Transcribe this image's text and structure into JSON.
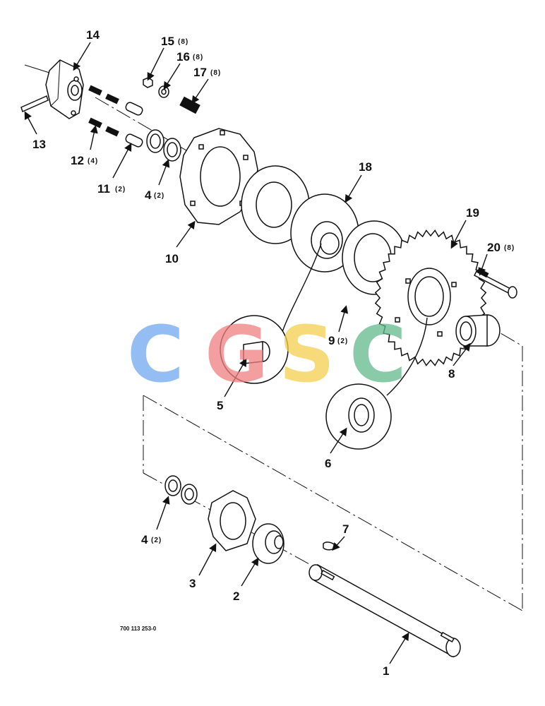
{
  "callouts": [
    {
      "num": "14",
      "qty": ""
    },
    {
      "num": "15",
      "qty": "(8)"
    },
    {
      "num": "16",
      "qty": "(8)"
    },
    {
      "num": "17",
      "qty": "(8)"
    },
    {
      "num": "13",
      "qty": ""
    },
    {
      "num": "12",
      "qty": "(4)"
    },
    {
      "num": "11",
      "qty": "(2)"
    },
    {
      "num": "4",
      "qty": "(2)"
    },
    {
      "num": "10",
      "qty": ""
    },
    {
      "num": "18",
      "qty": ""
    },
    {
      "num": "19",
      "qty": ""
    },
    {
      "num": "20",
      "qty": "(8)"
    },
    {
      "num": "9",
      "qty": "(2)"
    },
    {
      "num": "8",
      "qty": ""
    },
    {
      "num": "5",
      "qty": ""
    },
    {
      "num": "6",
      "qty": ""
    },
    {
      "num": "4",
      "qty": "(2)"
    },
    {
      "num": "7",
      "qty": ""
    },
    {
      "num": "3",
      "qty": ""
    },
    {
      "num": "2",
      "qty": ""
    },
    {
      "num": "1",
      "qty": ""
    }
  ],
  "drawing_code": "700 113 253-0",
  "watermark": {
    "letters": [
      "C",
      "G",
      "S",
      "C"
    ],
    "colors": [
      "#6fa8f0",
      "#f08080",
      "#f5d050",
      "#62b98c"
    ]
  }
}
